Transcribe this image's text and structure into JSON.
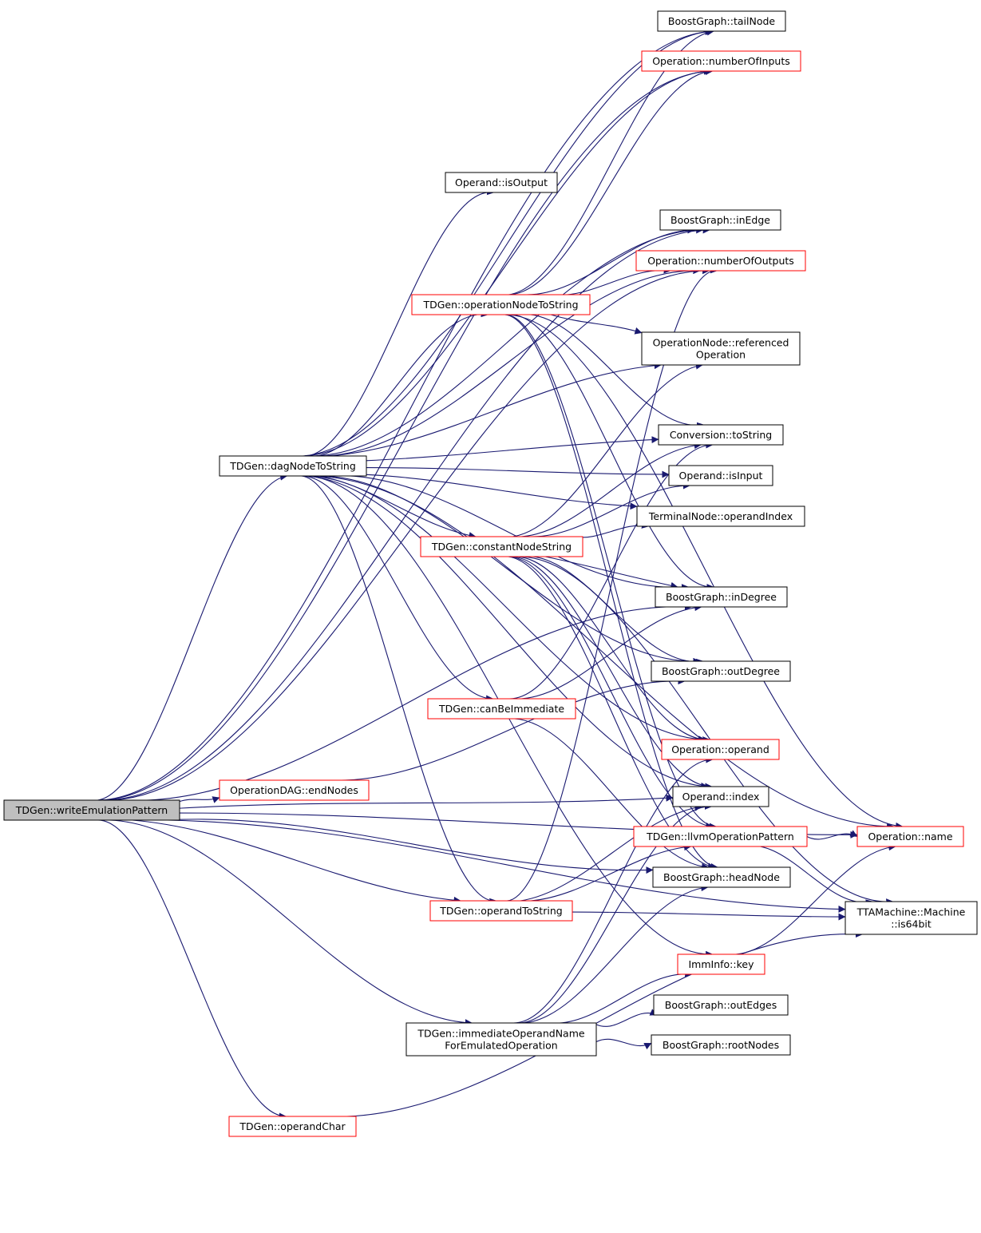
{
  "graph": {
    "colors": {
      "edge": "#191970",
      "root_fill": "#bfbfbf",
      "node_fill": "#ffffff",
      "border_default": "#000000",
      "border_red": "#ff0000"
    },
    "nodes": [
      {
        "id": "writeEmulationPattern",
        "lines": [
          "TDGen::writeEmulationPattern"
        ],
        "border": "black",
        "root": true
      },
      {
        "id": "dagNodeToString",
        "lines": [
          "TDGen::dagNodeToString"
        ],
        "border": "black"
      },
      {
        "id": "endNodes",
        "lines": [
          "OperationDAG::endNodes"
        ],
        "border": "red"
      },
      {
        "id": "operandChar",
        "lines": [
          "TDGen::operandChar"
        ],
        "border": "red"
      },
      {
        "id": "immediateOperandName",
        "lines": [
          "TDGen::immediateOperandName",
          "ForEmulatedOperation"
        ],
        "border": "black"
      },
      {
        "id": "operationNodeToString",
        "lines": [
          "TDGen::operationNodeToString"
        ],
        "border": "red"
      },
      {
        "id": "constantNodeString",
        "lines": [
          "TDGen::constantNodeString"
        ],
        "border": "red"
      },
      {
        "id": "canBeImmediate",
        "lines": [
          "TDGen::canBeImmediate"
        ],
        "border": "red"
      },
      {
        "id": "operandToString",
        "lines": [
          "TDGen::operandToString"
        ],
        "border": "red"
      },
      {
        "id": "isOutput",
        "lines": [
          "Operand::isOutput"
        ],
        "border": "black"
      },
      {
        "id": "tailNode",
        "lines": [
          "BoostGraph::tailNode"
        ],
        "border": "black"
      },
      {
        "id": "numberOfInputs",
        "lines": [
          "Operation::numberOfInputs"
        ],
        "border": "red"
      },
      {
        "id": "inEdge",
        "lines": [
          "BoostGraph::inEdge"
        ],
        "border": "black"
      },
      {
        "id": "numberOfOutputs",
        "lines": [
          "Operation::numberOfOutputs"
        ],
        "border": "red"
      },
      {
        "id": "referencedOperation",
        "lines": [
          "OperationNode::referenced",
          "Operation"
        ],
        "border": "black"
      },
      {
        "id": "toString",
        "lines": [
          "Conversion::toString"
        ],
        "border": "black"
      },
      {
        "id": "isInput",
        "lines": [
          "Operand::isInput"
        ],
        "border": "black"
      },
      {
        "id": "operandIndex",
        "lines": [
          "TerminalNode::operandIndex"
        ],
        "border": "black"
      },
      {
        "id": "inDegree",
        "lines": [
          "BoostGraph::inDegree"
        ],
        "border": "black"
      },
      {
        "id": "outDegree",
        "lines": [
          "BoostGraph::outDegree"
        ],
        "border": "black"
      },
      {
        "id": "operand",
        "lines": [
          "Operation::operand"
        ],
        "border": "red"
      },
      {
        "id": "index",
        "lines": [
          "Operand::index"
        ],
        "border": "black"
      },
      {
        "id": "llvmOperationPattern",
        "lines": [
          "TDGen::llvmOperationPattern"
        ],
        "border": "red"
      },
      {
        "id": "headNode",
        "lines": [
          "BoostGraph::headNode"
        ],
        "border": "black"
      },
      {
        "id": "immInfoKey",
        "lines": [
          "ImmInfo::key"
        ],
        "border": "red"
      },
      {
        "id": "outEdges",
        "lines": [
          "BoostGraph::outEdges"
        ],
        "border": "black"
      },
      {
        "id": "rootNodes",
        "lines": [
          "BoostGraph::rootNodes"
        ],
        "border": "black"
      },
      {
        "id": "opName",
        "lines": [
          "Operation::name"
        ],
        "border": "red"
      },
      {
        "id": "is64bit",
        "lines": [
          "TTAMachine::Machine",
          "::is64bit"
        ],
        "border": "black"
      }
    ],
    "edges": [
      [
        "writeEmulationPattern",
        "dagNodeToString"
      ],
      [
        "writeEmulationPattern",
        "endNodes"
      ],
      [
        "writeEmulationPattern",
        "operandChar"
      ],
      [
        "writeEmulationPattern",
        "immediateOperandName"
      ],
      [
        "writeEmulationPattern",
        "operandToString"
      ],
      [
        "writeEmulationPattern",
        "tailNode"
      ],
      [
        "writeEmulationPattern",
        "numberOfInputs"
      ],
      [
        "writeEmulationPattern",
        "inEdge"
      ],
      [
        "writeEmulationPattern",
        "numberOfOutputs"
      ],
      [
        "writeEmulationPattern",
        "inDegree"
      ],
      [
        "writeEmulationPattern",
        "index"
      ],
      [
        "writeEmulationPattern",
        "headNode"
      ],
      [
        "writeEmulationPattern",
        "opName"
      ],
      [
        "writeEmulationPattern",
        "is64bit"
      ],
      [
        "dagNodeToString",
        "isOutput"
      ],
      [
        "dagNodeToString",
        "tailNode"
      ],
      [
        "dagNodeToString",
        "numberOfInputs"
      ],
      [
        "dagNodeToString",
        "inEdge"
      ],
      [
        "dagNodeToString",
        "numberOfOutputs"
      ],
      [
        "dagNodeToString",
        "operationNodeToString"
      ],
      [
        "dagNodeToString",
        "referencedOperation"
      ],
      [
        "dagNodeToString",
        "toString"
      ],
      [
        "dagNodeToString",
        "isInput"
      ],
      [
        "dagNodeToString",
        "operandIndex"
      ],
      [
        "dagNodeToString",
        "constantNodeString"
      ],
      [
        "dagNodeToString",
        "inDegree"
      ],
      [
        "dagNodeToString",
        "outDegree"
      ],
      [
        "dagNodeToString",
        "canBeImmediate"
      ],
      [
        "dagNodeToString",
        "operand"
      ],
      [
        "dagNodeToString",
        "index"
      ],
      [
        "dagNodeToString",
        "operandToString"
      ],
      [
        "dagNodeToString",
        "immInfoKey"
      ],
      [
        "dagNodeToString",
        "opName"
      ],
      [
        "endNodes",
        "outDegree"
      ],
      [
        "operandChar",
        "is64bit"
      ],
      [
        "operationNodeToString",
        "tailNode"
      ],
      [
        "operationNodeToString",
        "numberOfInputs"
      ],
      [
        "operationNodeToString",
        "inEdge"
      ],
      [
        "operationNodeToString",
        "numberOfOutputs"
      ],
      [
        "operationNodeToString",
        "referencedOperation"
      ],
      [
        "operationNodeToString",
        "toString"
      ],
      [
        "operationNodeToString",
        "inDegree"
      ],
      [
        "operationNodeToString",
        "llvmOperationPattern"
      ],
      [
        "operationNodeToString",
        "headNode"
      ],
      [
        "operationNodeToString",
        "opName"
      ],
      [
        "constantNodeString",
        "referencedOperation"
      ],
      [
        "constantNodeString",
        "toString"
      ],
      [
        "constantNodeString",
        "isInput"
      ],
      [
        "constantNodeString",
        "operandIndex"
      ],
      [
        "constantNodeString",
        "inDegree"
      ],
      [
        "constantNodeString",
        "outDegree"
      ],
      [
        "constantNodeString",
        "operand"
      ],
      [
        "constantNodeString",
        "index"
      ],
      [
        "constantNodeString",
        "llvmOperationPattern"
      ],
      [
        "constantNodeString",
        "headNode"
      ],
      [
        "constantNodeString",
        "is64bit"
      ],
      [
        "canBeImmediate",
        "inDegree"
      ],
      [
        "canBeImmediate",
        "toString"
      ],
      [
        "canBeImmediate",
        "headNode"
      ],
      [
        "operandToString",
        "numberOfOutputs"
      ],
      [
        "operandToString",
        "index"
      ],
      [
        "operandToString",
        "llvmOperationPattern"
      ],
      [
        "operandToString",
        "is64bit"
      ],
      [
        "immediateOperandName",
        "immInfoKey"
      ],
      [
        "immediateOperandName",
        "outEdges"
      ],
      [
        "immediateOperandName",
        "rootNodes"
      ],
      [
        "immediateOperandName",
        "headNode"
      ],
      [
        "immediateOperandName",
        "operand"
      ],
      [
        "immediateOperandName",
        "index"
      ],
      [
        "llvmOperationPattern",
        "opName"
      ],
      [
        "llvmOperationPattern",
        "is64bit"
      ],
      [
        "immInfoKey",
        "opName"
      ]
    ]
  }
}
